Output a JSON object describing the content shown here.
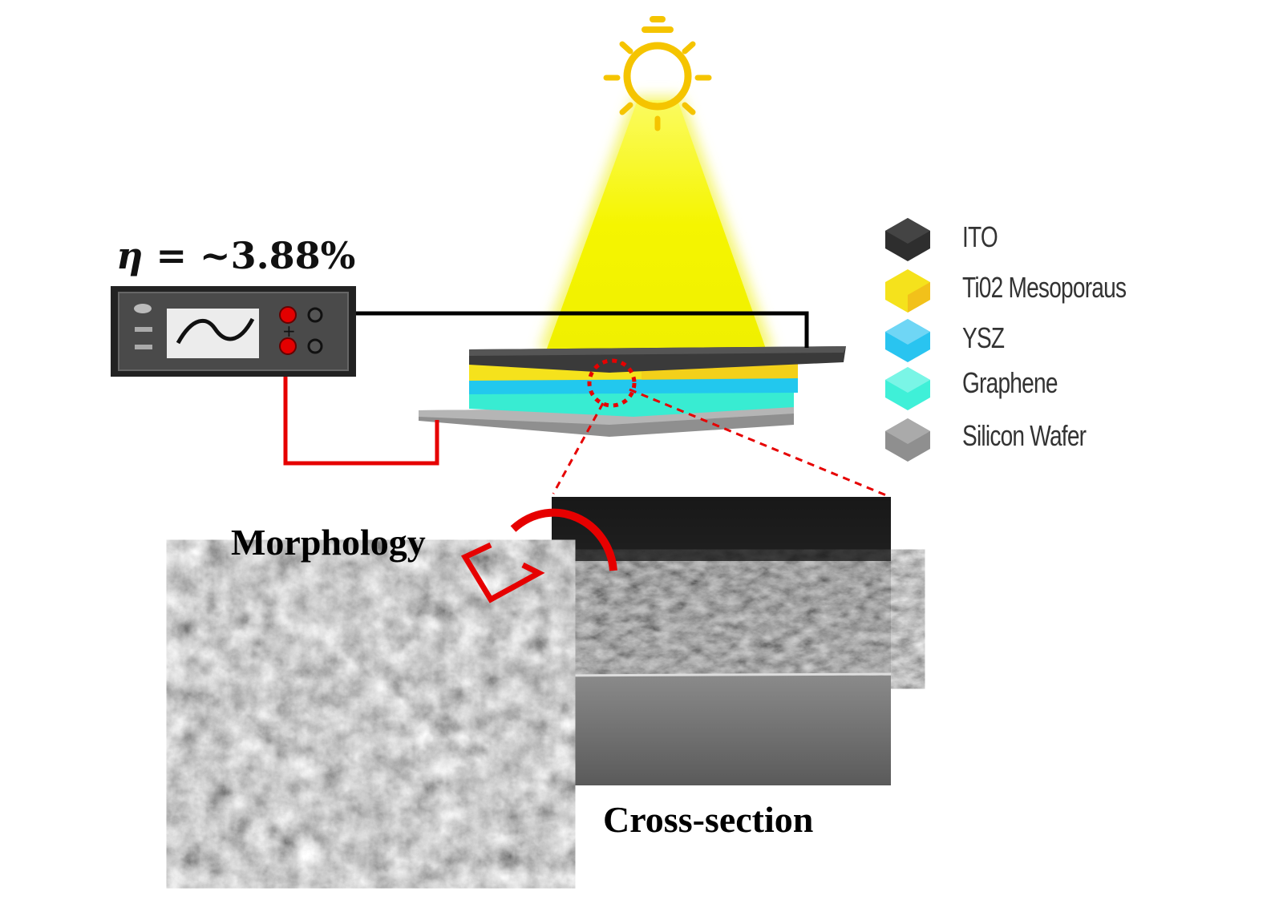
{
  "efficiency": {
    "symbol": "η",
    "label": "= ~3.88%"
  },
  "legend": [
    {
      "label": "ITO",
      "color": "#3a3a3a"
    },
    {
      "label": "Ti02 Mesoporaus",
      "color": "#f7e21a"
    },
    {
      "label": "YSZ",
      "color": "#29c4f0"
    },
    {
      "label": "Graphene",
      "color": "#3ff0d8"
    },
    {
      "label": "Silicon Wafer",
      "color": "#9a9a9a"
    }
  ],
  "captions": {
    "morphology": "Morphology",
    "cross_section": "Cross-section"
  },
  "colors": {
    "light": "#f5f500",
    "bulb": "#f5c400",
    "wire_positive": "#e60000",
    "wire_negative": "#000000"
  }
}
